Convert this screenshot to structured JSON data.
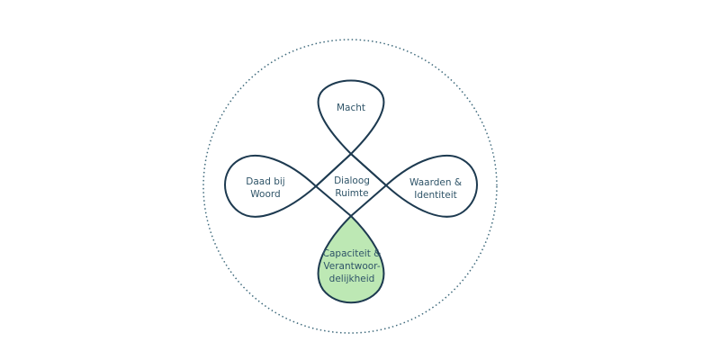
{
  "diagram": {
    "center": {
      "line1": "Dialoog",
      "line2": "Ruimte"
    },
    "petals": [
      {
        "id": "top",
        "line1": "Macht"
      },
      {
        "id": "left",
        "line1": "Daad bij",
        "line2": "Woord"
      },
      {
        "id": "right",
        "line1": "Waarden &",
        "line2": "Identiteit"
      },
      {
        "id": "bottom",
        "line1": "Capaciteit &",
        "line2": "Verantwoor-",
        "line3": "delijkheid",
        "highlighted": true
      }
    ]
  },
  "colors": {
    "stroke": "#1d3a50",
    "highlight": "#bde8b4",
    "text": "#2f5468",
    "circle": "#3f6a7c"
  }
}
